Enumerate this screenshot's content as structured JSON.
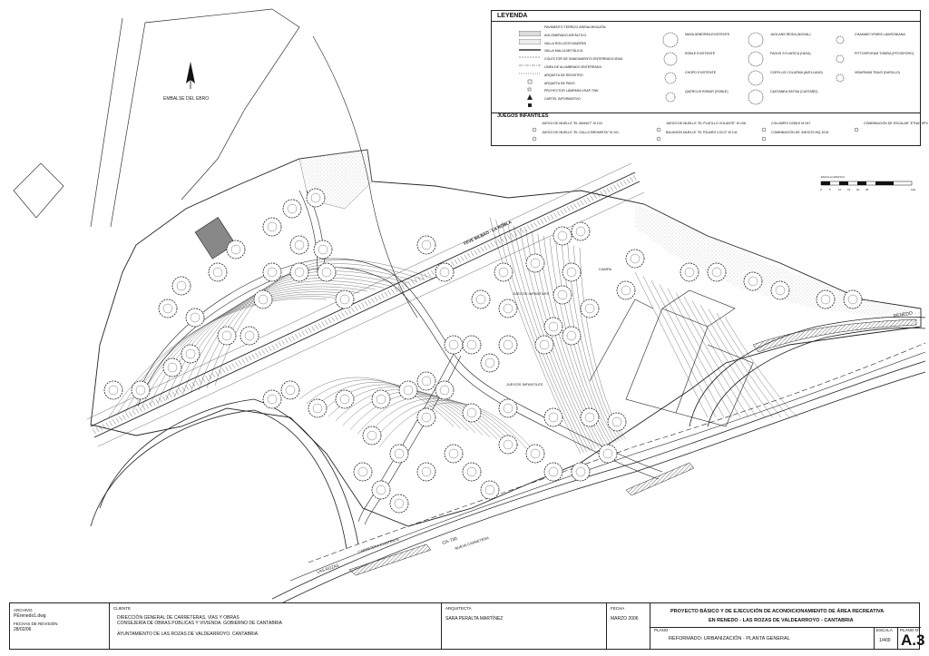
{
  "map": {
    "north_label": "EMBALSE DEL EBRO",
    "railway_label": "FEVE BILBAO - LA ROBLA",
    "road_renedo": "RENEDO",
    "road_ca": "CA-730",
    "road_las_rozas": "LAS ROZAS",
    "road_nueva": "NUEVA CARRETERA",
    "road_existing": "CARRETERA EXISTENTE",
    "area_juegos_1": "JUEGOS INFANTILES",
    "area_juegos_2": "JUEGOS INFANTILES",
    "area_campa": "CAMPA",
    "scale_bar_label": "ESCALA GRAFICA",
    "scale_bar_ticks": [
      "0",
      "5",
      "10",
      "15",
      "20",
      "25",
      "100"
    ]
  },
  "legend": {
    "title": "LEYENDA",
    "col1": [
      "PAVIMENTO TERRIZO ARENA MIGAJÓN",
      "AGLOMERADO ASFÁLTICO",
      "VALLA ROLLIZOS MADERA",
      "VALLA MALLA METÁLICA",
      "COLECTOR DE SANEAMIENTO ENTERRADO Ø160",
      "LÍNEA DE ALUMBRADO ENTERRADA",
      "ARQUETA DE REGISTRO",
      "ARQUETA DE PASO",
      "PROYECTOR LÁMPARA VSAP 70W",
      "CARTEL INFORMATIVO"
    ],
    "col2": [
      "MASA ARBÓREA EXISTENTE",
      "ROBLE EXISTENTE",
      "CHOPO EXISTENTE",
      "QUERCUS ROBUR (ROBLE)"
    ],
    "col3": [
      "JUGLANS REGIA (NOGAL)",
      "FAGUS SYLVATICA (HAYA)",
      "CORYLUS COLURNA (AVELLANO)",
      "CASTANEA SATIVA (CASTAÑO)"
    ],
    "col4": [
      "CHAMAECYPARIS LAWSONIANA",
      "PITTOSPORUM TOBIRA (PITOSPORO)",
      "VIBURNUM TINUS (DURILLO)"
    ],
    "juegos_title": "JUEGOS INFANTILES",
    "juegos": [
      "JUEGO DE MUELLE \"EL MAMUT\" M 103",
      "JUEGO DE MUELLE \"EL GALLO BROMISTA\" M 101",
      "JUEGO DE MUELLE \"EL PLATILLO VOLANTE\" M 108",
      "BALANCÍN MUELLE \"EL PÁJARO LOCO\" M 141",
      "COLUMPIO DOBLE M 947",
      "COMBINACIÓN DE JUEGOS MQ 1015",
      "COMBINACIÓN DE ESCALAR \"ETNA\" SPV 24180"
    ]
  },
  "title_block": {
    "archivo_label": "ARCHIVO",
    "archivo": "PErenedo1.dwg",
    "fechas_label": "FECHAS DE REVISIÓN",
    "fecha_rev": "28/02/06",
    "cliente_label": "CLIENTE",
    "cliente": [
      "DIRECCIÓN GENERAL DE CARRETERAS, VÍAS Y OBRAS",
      "CONSEJERÍA DE OBRAS PÚBLICAS Y VIVIENDA. GOBIERNO DE CANTABRIA"
    ],
    "cliente2": "AYUNTAMIENTO DE LAS ROZAS DE VALDEARROYO. CANTABRIA",
    "arquitecta_label": "ARQUITECTA",
    "arquitecta": "SARA PERALTA MARTÍNEZ",
    "fecha_label": "FECHA",
    "fecha": "MARZO 2006",
    "proyecto_1": "PROYECTO BÁSICO Y DE EJECUCIÓN DE ACONDICIONAMIENTO DE ÁREA RECREATIVA",
    "proyecto_2": "EN RENEDO - LAS ROZAS DE VALDEARROYO - CANTABRIA",
    "plano_label": "PLANO",
    "plano": "REFORMADO: URBANIZACIÓN - PLANTA GENERAL",
    "escala_label": "ESCALA",
    "escala": "1/400",
    "plano_no_label": "PLANO Nº",
    "plano_no": "A.3"
  }
}
